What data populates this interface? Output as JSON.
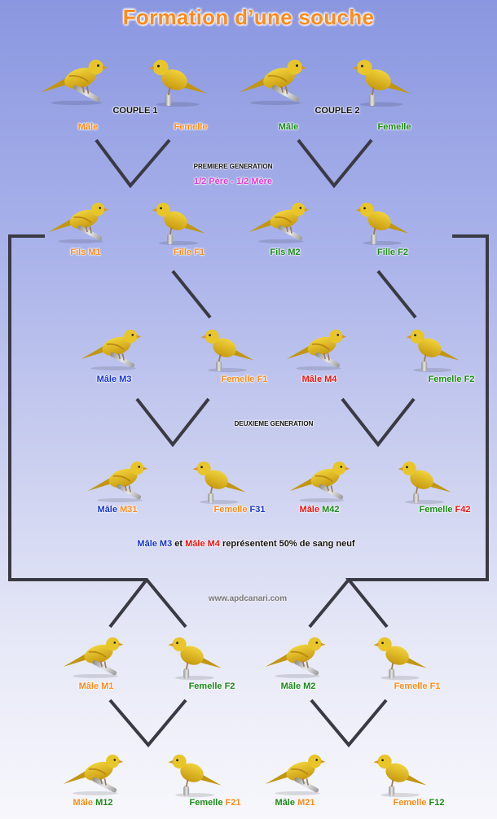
{
  "title": "Formation d’une souche",
  "couples": {
    "couple1": "COUPLE 1",
    "couple2": "COUPLE 2"
  },
  "labels": {
    "male": "Mâle",
    "female": "Femelle",
    "first_generation": "PREMIERE GENERATION",
    "first_generation_ratio": "1/2 Père - 1/2 Mère",
    "second_generation": "DEUXIEME GENERATION",
    "fils_m1": "Fils M1",
    "fille_f1": "Fille F1",
    "fils_m2": "Fils M2",
    "fille_f2": "Fille F2",
    "male_m3": "Mâle M3",
    "femelle_f1": "Femelle F1",
    "male_m4": "Mâle M4",
    "femelle_f2": "Femelle F2",
    "male_word": "Mâle",
    "femelle_word": "Femelle",
    "m31": "M31",
    "f31": "F31",
    "m42": "M42",
    "f42": "F42",
    "note_part1": "Mâle M3",
    "note_part2": " et ",
    "note_part3": "Mâle M4",
    "note_part4": " représentent 50% de sang neuf",
    "website": "www.apdcanari.com",
    "male_m1": "Mâle M1",
    "male_m2": "Mâle M2",
    "femelle_f1_b": "Femelle F1",
    "femelle_f2_b": "Femelle F2",
    "m12": "M12",
    "f21": "F21",
    "m21": "M21",
    "f12": "F12"
  },
  "colors": {
    "orange": "#ff8a1c",
    "green": "#1a8a1a",
    "blue": "#1633d6",
    "red": "#ee1111",
    "line": "#3a3a44",
    "bird": "#e4bb1c"
  }
}
